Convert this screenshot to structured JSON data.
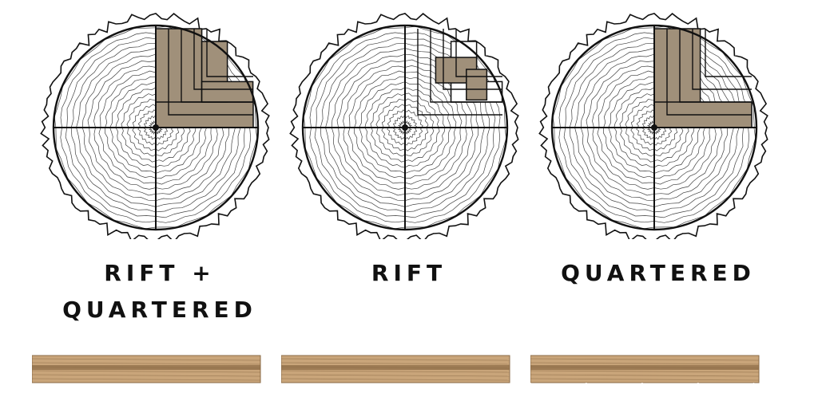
{
  "panels": [
    {
      "label": "RIFT +\nQUARTERED",
      "cut": "rift-quartered",
      "edge": "smooth"
    },
    {
      "label": "RIFT",
      "cut": "rift",
      "edge": "smooth"
    },
    {
      "label": "QUARTERED",
      "cut": "quartered",
      "edge": "rough"
    }
  ],
  "colors": {
    "ink": "#111111",
    "wood_fill": "#a0907a",
    "board_light": "#c9a57a",
    "board_dark": "#8a6a45"
  }
}
